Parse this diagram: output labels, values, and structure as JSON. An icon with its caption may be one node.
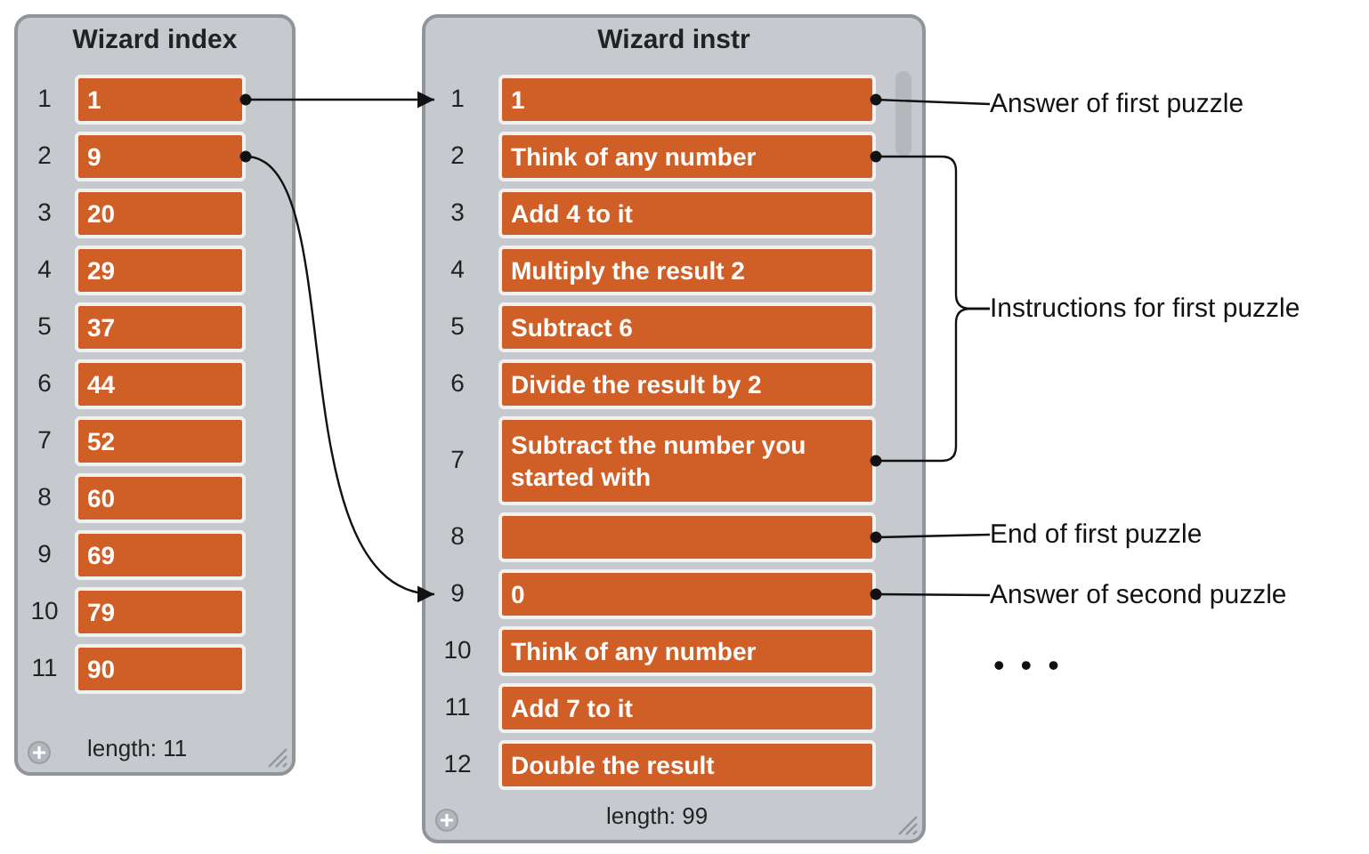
{
  "diagram": {
    "nodes": [
      {
        "text": [
          "Wizard index",
          "length: 11"
        ]
      },
      {
        "text": [
          "1"
        ],
        "beside": [
          "1"
        ],
        "in": 0
      },
      {
        "text": [
          "9"
        ],
        "beside": [
          "2"
        ],
        "in": 0
      },
      {
        "text": [
          "20"
        ],
        "beside": [
          "3"
        ],
        "in": 0
      },
      {
        "text": [
          "29"
        ],
        "beside": [
          "4"
        ],
        "in": 0
      },
      {
        "text": [
          "37"
        ],
        "beside": [
          "5"
        ],
        "in": 0
      },
      {
        "text": [
          "44"
        ],
        "beside": [
          "6"
        ],
        "in": 0
      },
      {
        "text": [
          "52"
        ],
        "beside": [
          "7"
        ],
        "in": 0
      },
      {
        "text": [
          "60"
        ],
        "beside": [
          "8"
        ],
        "in": 0
      },
      {
        "text": [
          "69"
        ],
        "beside": [
          "9"
        ],
        "in": 0
      },
      {
        "text": [
          "79"
        ],
        "beside": [
          "10"
        ],
        "in": 0
      },
      {
        "text": [
          "90"
        ],
        "beside": [
          "11"
        ],
        "in": 0
      },
      {
        "text": [
          "Wizard instr",
          "length: 99"
        ]
      },
      {
        "text": [
          "1"
        ],
        "beside": [
          "1"
        ],
        "in": 12
      },
      {
        "text": [
          "Think of any number"
        ],
        "beside": [
          "2"
        ],
        "in": 12
      },
      {
        "text": [
          "Add 4 to it"
        ],
        "beside": [
          "3"
        ],
        "in": 12
      },
      {
        "text": [
          "Multiply the result 2"
        ],
        "beside": [
          "4"
        ],
        "in": 12
      },
      {
        "text": [
          "Subtract 6"
        ],
        "beside": [
          "5"
        ],
        "in": 12
      },
      {
        "text": [
          "Divide the result by 2"
        ],
        "beside": [
          "6"
        ],
        "in": 12
      },
      {
        "text": [
          "Subtract the number you started with"
        ],
        "beside": [
          "7"
        ],
        "in": 12
      },
      {
        "text": [],
        "shape": "box",
        "beside": [
          "8"
        ],
        "in": 12
      },
      {
        "text": [
          "0"
        ],
        "beside": [
          "9"
        ],
        "in": 12
      },
      {
        "text": [
          "Think of any number"
        ],
        "beside": [
          "10"
        ],
        "in": 12
      },
      {
        "text": [
          "Add 7 to it"
        ],
        "beside": [
          "11"
        ],
        "in": 12
      },
      {
        "text": [
          "Double the result"
        ],
        "beside": [
          "12"
        ],
        "in": 12
      },
      {
        "text": [
          "Answer of first puzzle"
        ]
      },
      {
        "text": [
          "Instructions for first puzzle"
        ]
      },
      {
        "text": [
          "End of first puzzle"
        ]
      },
      {
        "text": [
          "Answer of second puzzle"
        ]
      }
    ],
    "edges": [
      {
        "from": 1,
        "to": 13,
        "arrow": "to"
      },
      {
        "from": 2,
        "to": 21,
        "arrow": "to"
      },
      {
        "from": 25,
        "to": 13,
        "arrow": "other"
      },
      {
        "from": 26,
        "to": 14,
        "arrow": "other"
      },
      {
        "from": 26,
        "to": 19,
        "arrow": "other"
      },
      {
        "from": 27,
        "to": 20,
        "arrow": "other"
      },
      {
        "from": 28,
        "to": 21,
        "arrow": "other"
      }
    ],
    "labels": [
      "• • •"
    ]
  }
}
